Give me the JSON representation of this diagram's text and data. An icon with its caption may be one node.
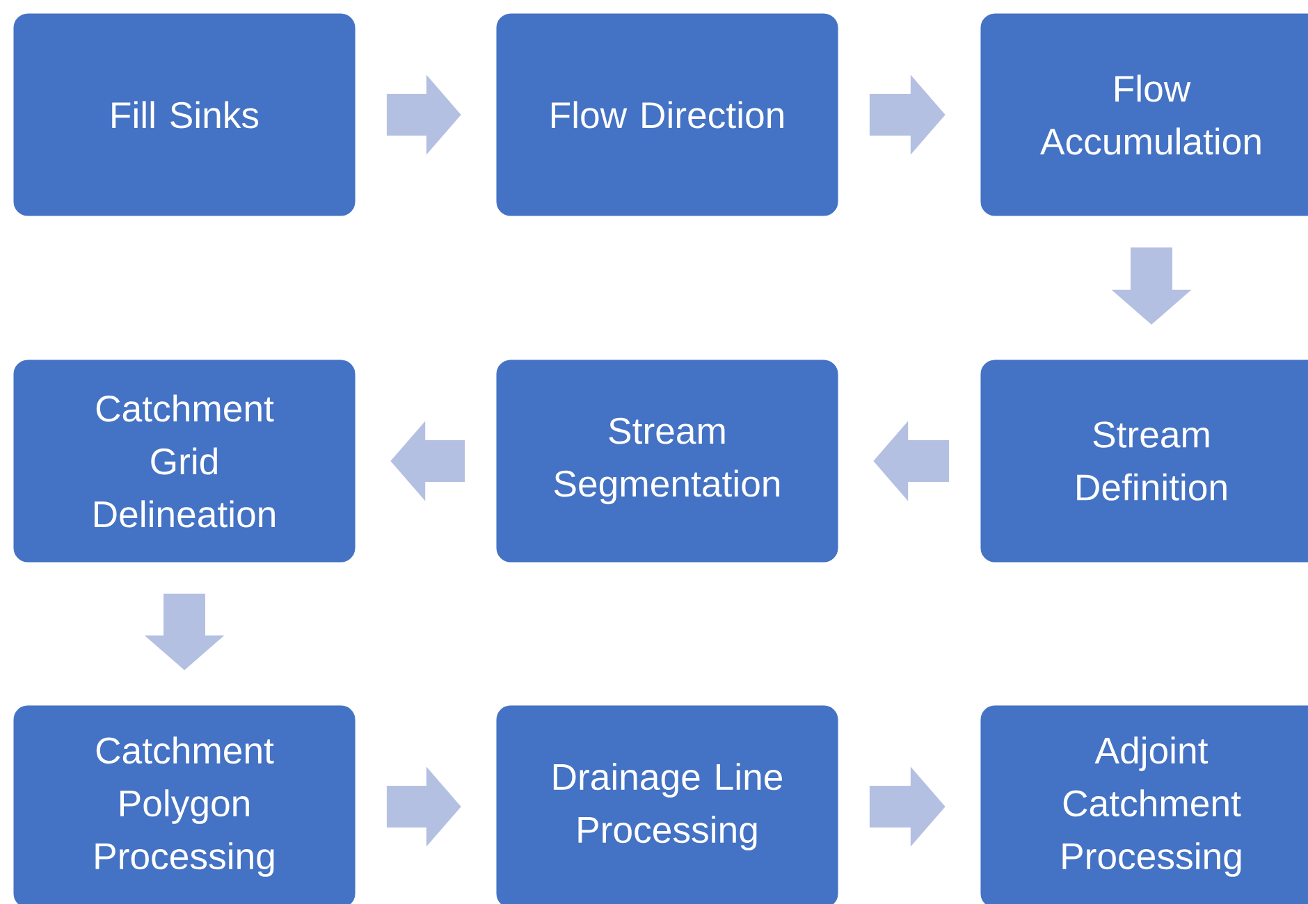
{
  "diagram": {
    "nodes": [
      {
        "text": [
          "Fill Sinks"
        ]
      },
      {
        "text": [
          "Flow Direction"
        ]
      },
      {
        "text": [
          "Flow Accumulation"
        ]
      },
      {
        "text": [
          "Stream Definition"
        ]
      },
      {
        "text": [
          "Stream Segmentation"
        ]
      },
      {
        "text": [
          "Catchment Grid Delineation"
        ]
      },
      {
        "text": [
          "Catchment Polygon Processing"
        ]
      },
      {
        "text": [
          "Drainage Line Processing"
        ]
      },
      {
        "text": [
          "Adjoint Catchment Processing"
        ]
      }
    ],
    "edges": [
      {
        "from": 0,
        "to": 1,
        "arrow": "to"
      },
      {
        "from": 1,
        "to": 2,
        "arrow": "to"
      },
      {
        "from": 2,
        "to": 3,
        "arrow": "to"
      },
      {
        "from": 3,
        "to": 4,
        "arrow": "to"
      },
      {
        "from": 4,
        "to": 5,
        "arrow": "to"
      },
      {
        "from": 5,
        "to": 6,
        "arrow": "to"
      },
      {
        "from": 6,
        "to": 7,
        "arrow": "to"
      },
      {
        "from": 7,
        "to": 8,
        "arrow": "to"
      }
    ]
  }
}
